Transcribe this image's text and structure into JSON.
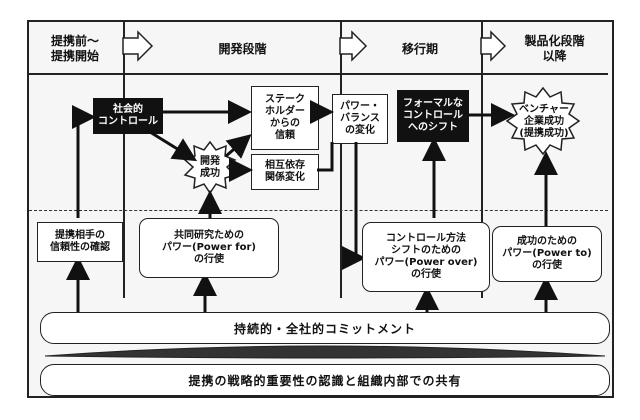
{
  "phases": [
    {
      "id": "pre",
      "label": "提携前～\n提携開始"
    },
    {
      "id": "dev",
      "label": "開発段階"
    },
    {
      "id": "transition",
      "label": "移行期"
    },
    {
      "id": "product",
      "label": "製品化段階\n以降"
    }
  ],
  "nodes": {
    "social_control": "社会的\nコントロール",
    "dev_success": "開発\n成功",
    "stakeholder_trust": "ステーク\nホルダー\nからの\n信頼",
    "mutual_dependency": "相互依存\n関係変化",
    "power_balance": "パワー・\nバランス\nの変化",
    "formal_control": "フォーマルな\nコントロール\nへのシフト",
    "venture_success": "ベンチャー\n企業成功\n(提携成功)",
    "partner_trust": "提携相手の\n信頼性の確認",
    "power_for": "共同研究ための\nパワー(Power for)\nの行使",
    "power_over": "コントロール方法\nシフトのための\nパワー(Power over)\nの行使",
    "power_to": "成功のための\nパワー(Power to)\nの行使"
  },
  "commitment": "持続的・全社的コミットメント",
  "recognition": "提携の戦略的重要性の認識と組織内部での共有"
}
